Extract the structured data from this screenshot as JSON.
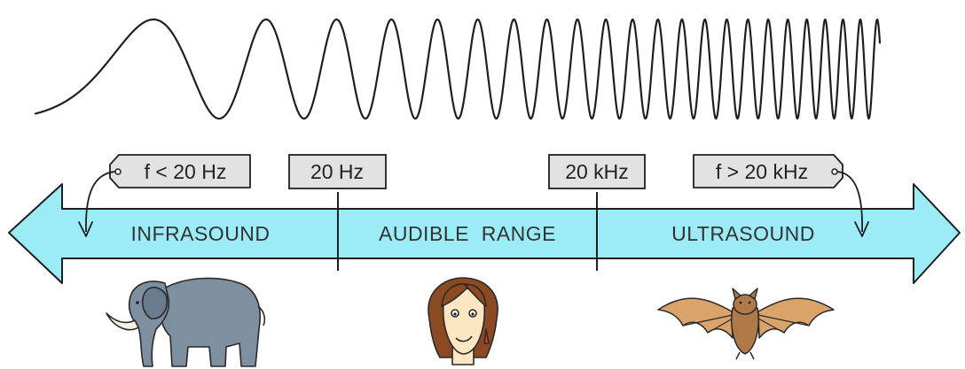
{
  "wave": {
    "description_name": "sound-wave-increasing-frequency"
  },
  "labels": {
    "infra_threshold": "f < 20 Hz",
    "low_limit": "20 Hz",
    "high_limit": "20 kHz",
    "ultra_threshold": "f > 20 kHz"
  },
  "bands": {
    "infrasound": "INFRASOUND",
    "audible": "AUDIBLE  RANGE",
    "ultrasound": "ULTRASOUND"
  },
  "colors": {
    "arrow_fill": "#9cecf8",
    "tag_fill": "#e2e2e2",
    "line": "#222222",
    "elephant": "#7e8fa0",
    "hair": "#8b4a22",
    "skin": "#fde7c2",
    "bat": "#d9a36a"
  },
  "icons": [
    "elephant-icon",
    "human-face-icon",
    "bat-icon"
  ]
}
